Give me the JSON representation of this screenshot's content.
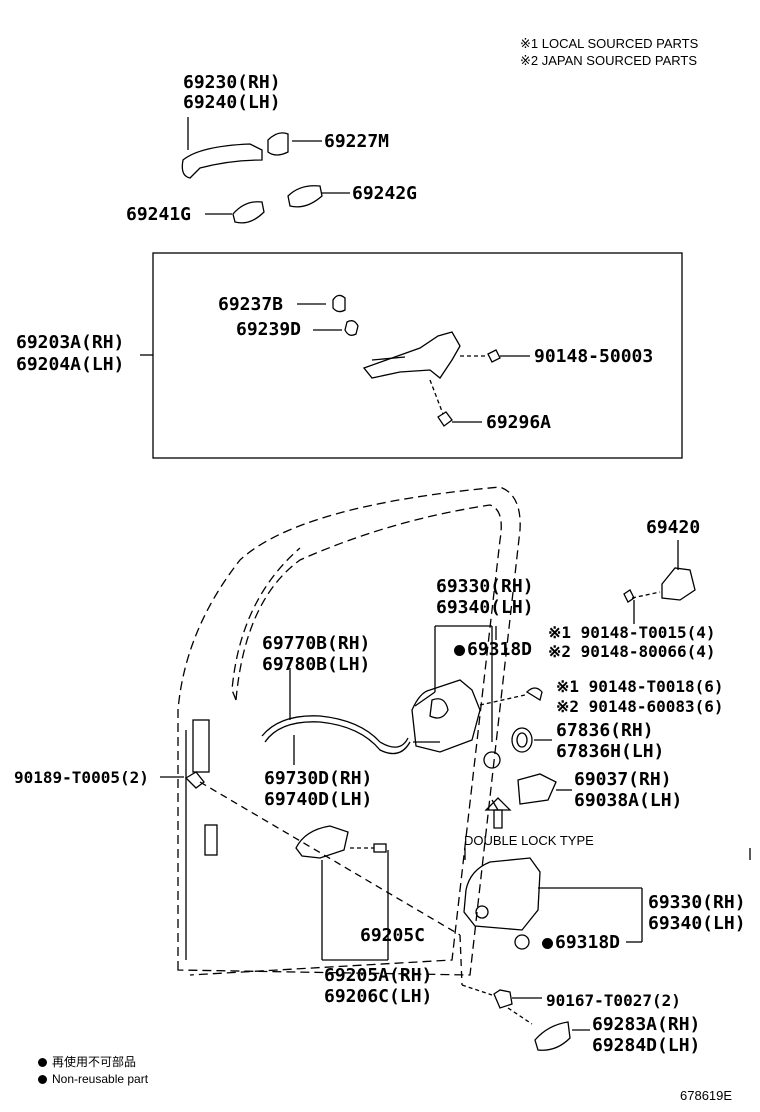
{
  "legend": {
    "local": "※1 LOCAL SOURCED PARTS",
    "japan": "※2 JAPAN SOURCED PARTS"
  },
  "footnotes": {
    "cn": "再使用不可部品",
    "en": "Non-reusable part"
  },
  "diagram_code": "678619E",
  "double_lock_label": "DOUBLE LOCK TYPE",
  "parts": {
    "p69230": "69230(RH)",
    "p69240": "69240(LH)",
    "p69227M": "69227M",
    "p69242G": "69242G",
    "p69241G": "69241G",
    "p69237B": "69237B",
    "p69239D": "69239D",
    "p69203A": "69203A(RH)",
    "p69204A": "69204A(LH)",
    "p90148_50003": "90148-50003",
    "p69296A": "69296A",
    "p69420": "69420",
    "p69330a": "69330(RH)",
    "p69340a": "69340(LH)",
    "p69318Da": "69318D",
    "p69770B": "69770B(RH)",
    "p69780B": "69780B(LH)",
    "p90148_T0015": "※1 90148-T0015(4)",
    "p90148_80066": "※2 90148-80066(4)",
    "p90148_T0018": "※1 90148-T0018(6)",
    "p90148_60083": "※2 90148-60083(6)",
    "p67836": "67836(RH)",
    "p67836H": "67836H(LH)",
    "p69730D": "69730D(RH)",
    "p69740D": "69740D(LH)",
    "p90189": "90189-T0005(2)",
    "p69037": "69037(RH)",
    "p69038A": "69038A(LH)",
    "p69330b": "69330(RH)",
    "p69340b": "69340(LH)",
    "p69318Db": "69318D",
    "p69205C": "69205C",
    "p69205A": "69205A(RH)",
    "p69206C": "69206C(LH)",
    "p90167": "90167-T0027(2)",
    "p69283A": "69283A(RH)",
    "p69284D": "69284D(LH)"
  }
}
